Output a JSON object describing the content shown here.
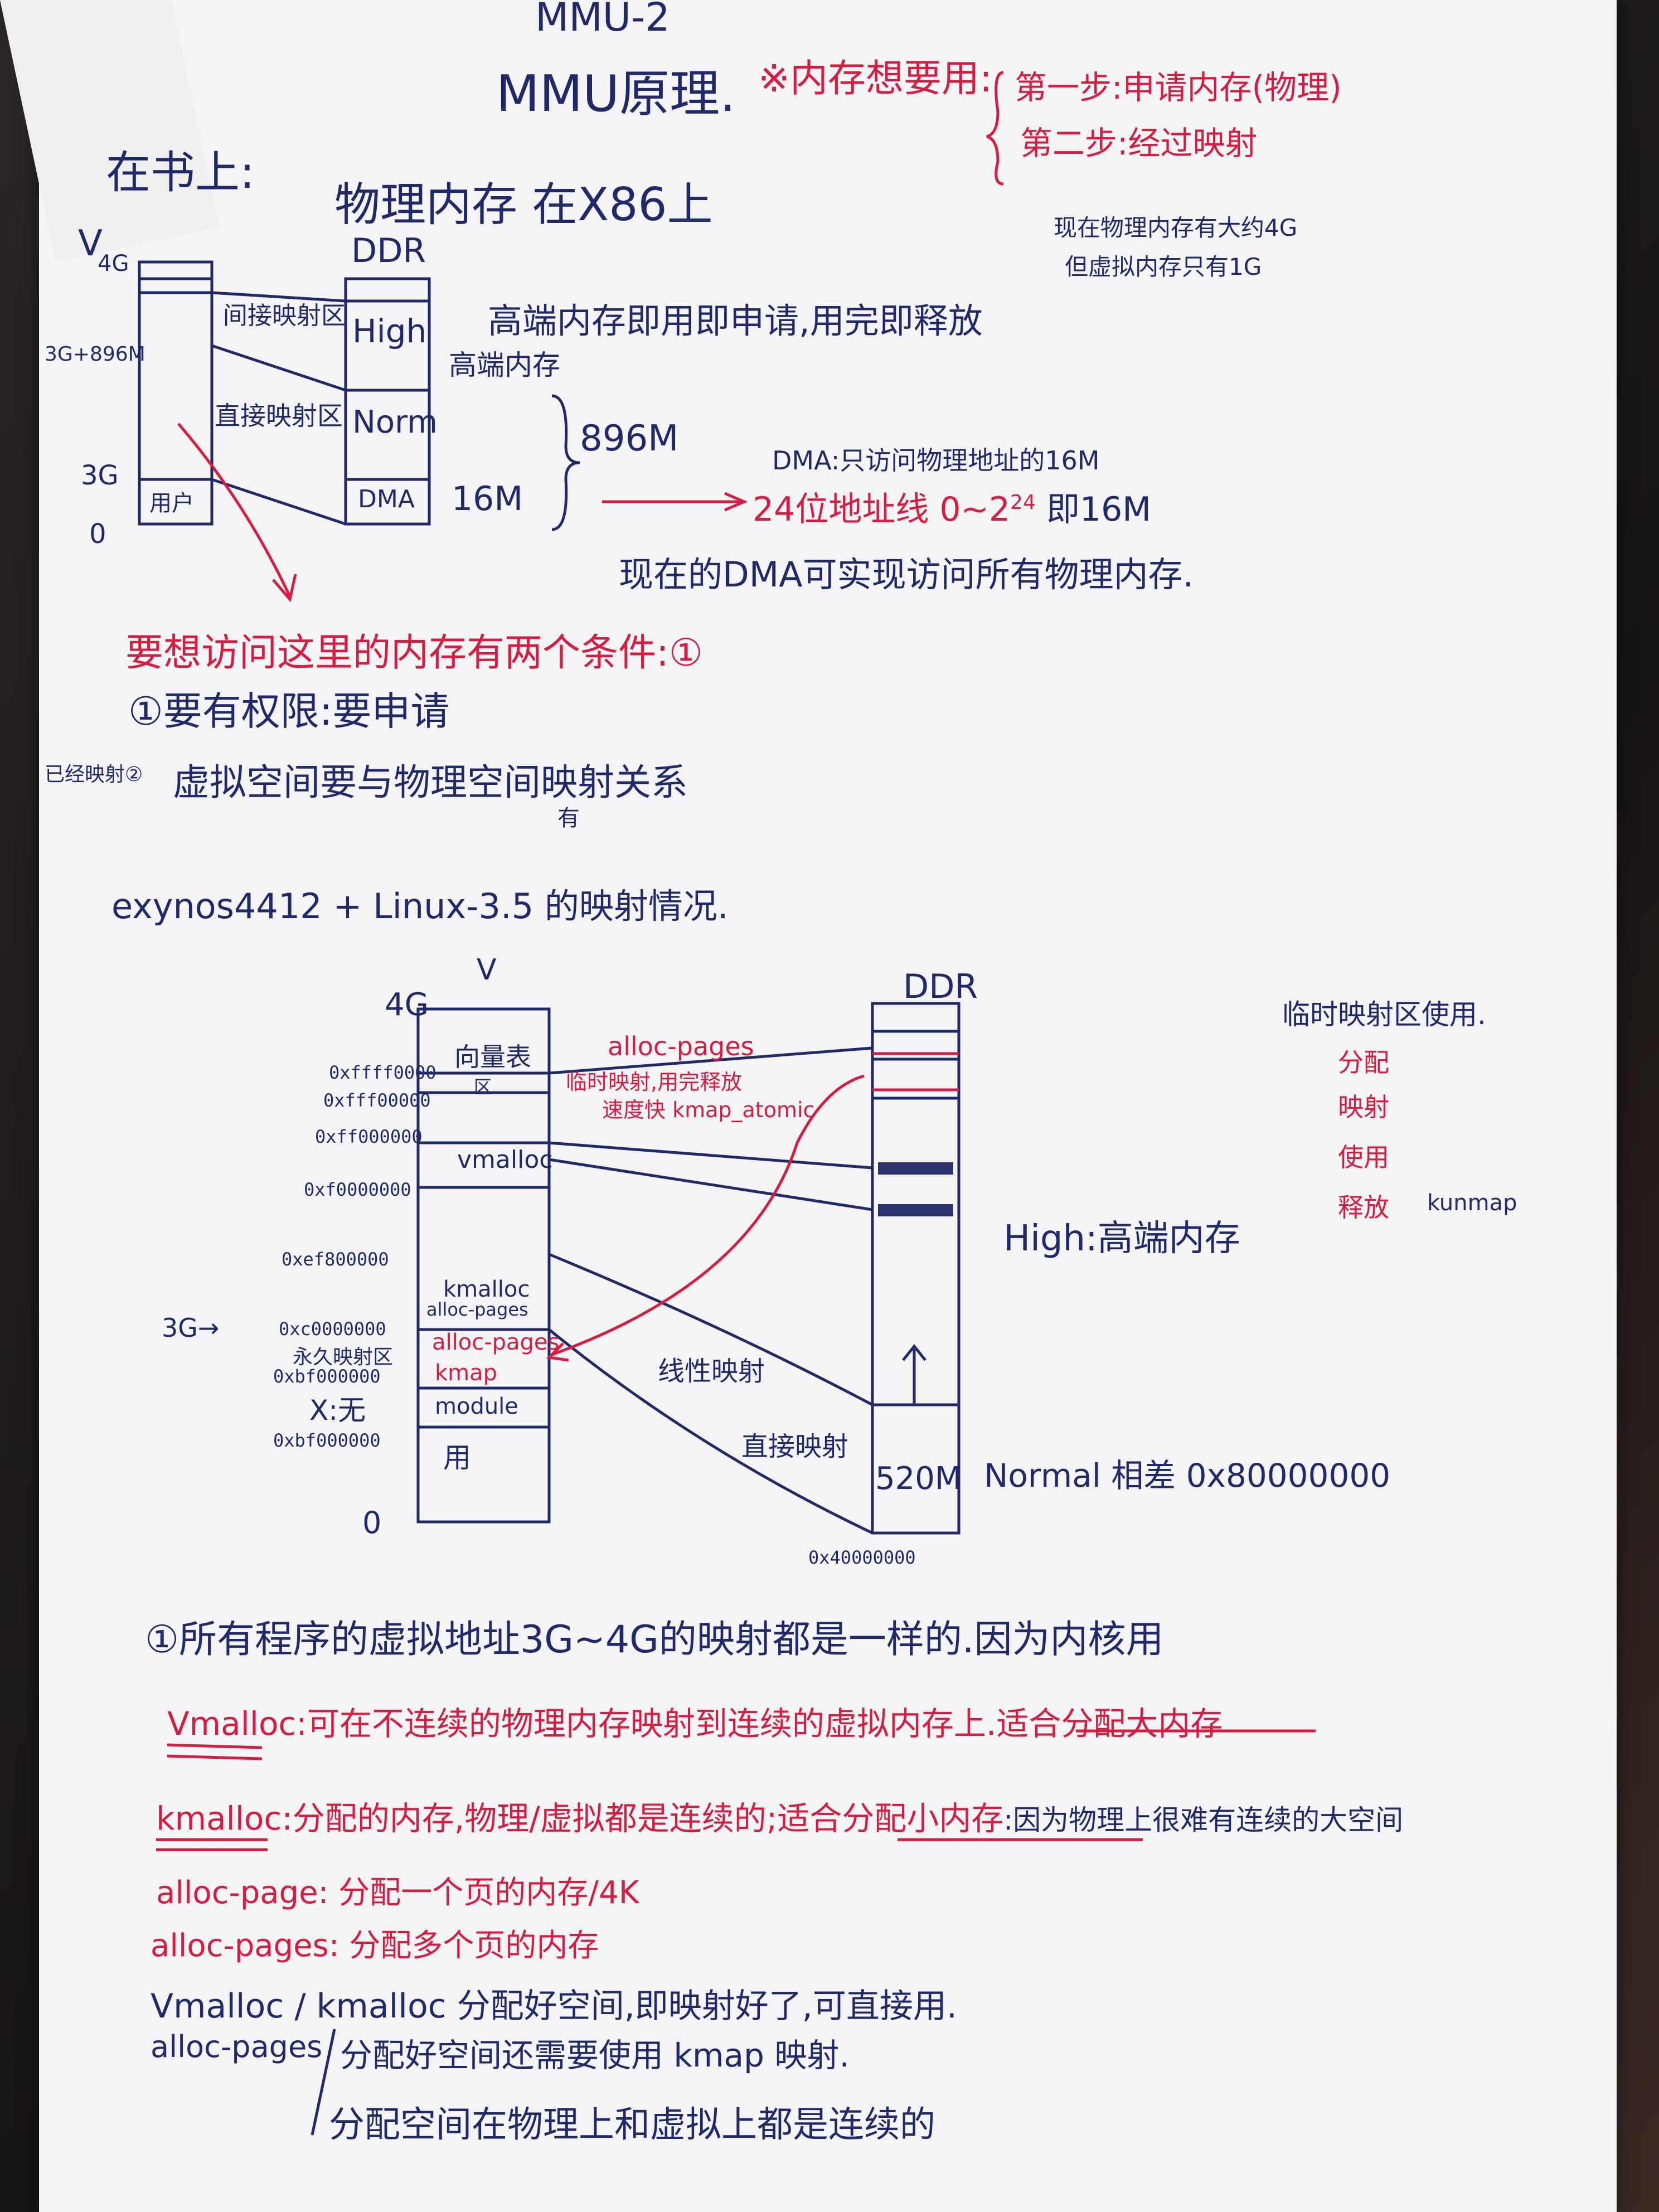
{
  "header": {
    "title_top": "MMU-2",
    "title": "MMU原理.",
    "red_note": "※内存想要用:",
    "step1": "第一步:申请内存(物理)",
    "step2": "第二步:经过映射"
  },
  "section1": {
    "label": "在书上:",
    "heading": "物理内存 在X86上",
    "v": "V",
    "v4g": "4G",
    "ddr": "DDR",
    "addr_3g896m": "3G+896M",
    "addr_3g": "3G",
    "addr_0": "0",
    "indirect": "间接映射区",
    "direct": "直接映射区",
    "user": "用户",
    "high": "High",
    "high_cn": "高端内存",
    "norm": "Norm",
    "dma": "DMA",
    "size_896": "896M",
    "size_16": "16M",
    "note_right1": "现在物理内存有大约4G",
    "note_right2": "但虚拟内存只有1G",
    "high_note": "高端内存即用即申请,用完即释放",
    "dma_note": "DMA:只访问物理地址的16M",
    "dma_addr": "24位地址线 0~2",
    "dma_exp": "24",
    "dma_addr2": "即16M",
    "dma_now": "现在的DMA可实现访问所有物理内存.",
    "cond": "要想访问这里的内存有两个条件:①",
    "cond1": "①要有权限:要申请",
    "cond2_prefix": "已经映射②",
    "cond2": "虚拟空间要与物理空间映射关系",
    "cond2_sub": "有"
  },
  "section2": {
    "heading": "exynos4412 + Linux-3.5 的映射情况.",
    "v": "V",
    "ddr": "DDR",
    "g4": "4G",
    "g3": "3G→",
    "zero": "0",
    "addr1": "0xffff0000",
    "addr2": "0xfff00000",
    "addr3": "0xff000000",
    "addr4": "0xf0000000",
    "addr5": "0xef800000",
    "addr6": "0xc0000000",
    "addr7": "永久映射区",
    "addr8": "0xbf000000",
    "addr9": "X:无",
    "addr10": "0xbf000000",
    "box_vec": "向量表",
    "box_qu": "区",
    "box_vmalloc": "vmalloc",
    "box_kmalloc": "kmalloc",
    "box_allocp": "alloc-pages",
    "box_allocp2": "alloc-pages",
    "box_kmap": "kmap",
    "box_module": "module",
    "box_user": "用",
    "lbl_allocpages": "alloc-pages",
    "lbl_temp": "临时映射,用完释放",
    "lbl_fast": "速度快 kmap_atomic",
    "linear": "线性映射",
    "direct": "直接映射",
    "size520": "520M",
    "high_cn": "High:高端内存",
    "normal": "Normal 相差 0x80000000",
    "ddr_base": "0x40000000",
    "temp_use": "临时映射区使用.",
    "s1": "分配",
    "s2": "映射",
    "s3": "使用",
    "s4": "释放",
    "kunmap": "kunmap"
  },
  "notes": {
    "n1": "①所有程序的虚拟地址3G~4G的映射都是一样的.因为内核用",
    "n2a": "Vmalloc",
    "n2b": ":可在不连续的物理内存映射到连续的虚拟内存上.",
    "n2c": "适合分配大内存",
    "n3a": "kmalloc",
    "n3b": ":分配的内存,物理/虚拟都是连续的;",
    "n3c": "适合分配小内存",
    "n3d": ":因为物理上很难有连续的大空间",
    "n4": "alloc-page: 分配一个页的内存/4K",
    "n5": "alloc-pages: 分配多个页的内存",
    "n6": "Vmalloc / kmalloc 分配好空间,即映射好了,可直接用.",
    "n7a": "alloc-pages",
    "n7b": "分配好空间还需要使用 kmap 映射.",
    "n8": "分配空间在物理上和虚拟上都是连续的"
  }
}
